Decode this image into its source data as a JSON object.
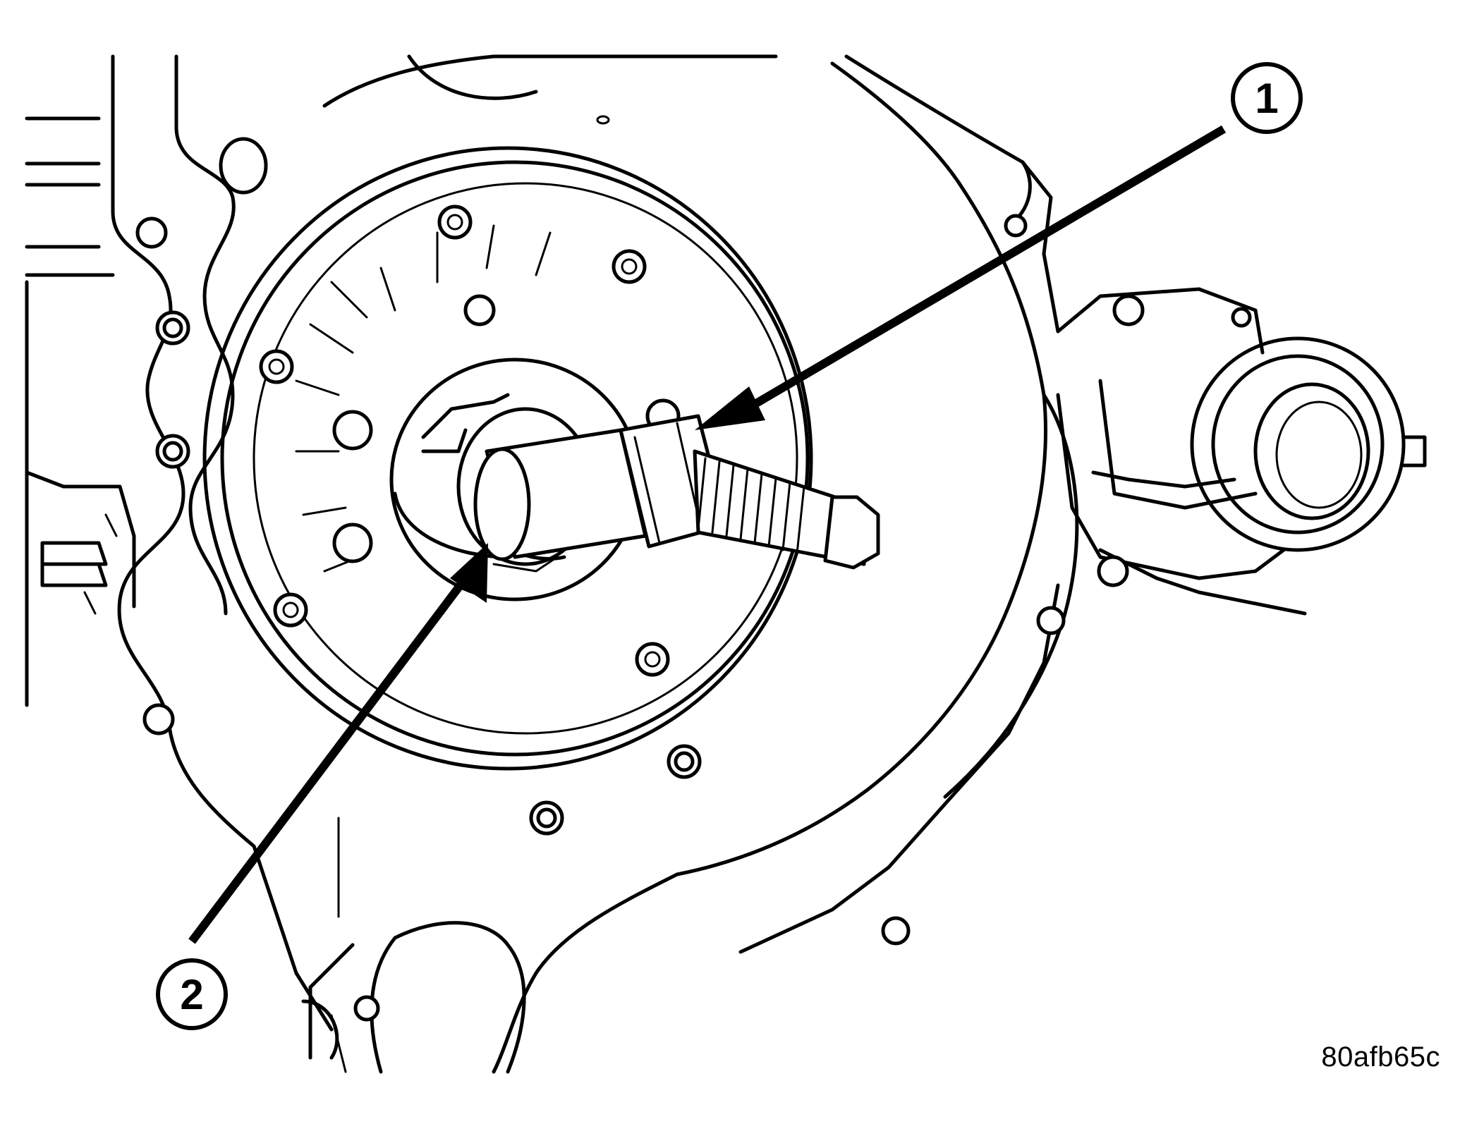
{
  "callouts": [
    {
      "number": "1"
    },
    {
      "number": "2"
    }
  ],
  "figure_id": "80afb65c"
}
